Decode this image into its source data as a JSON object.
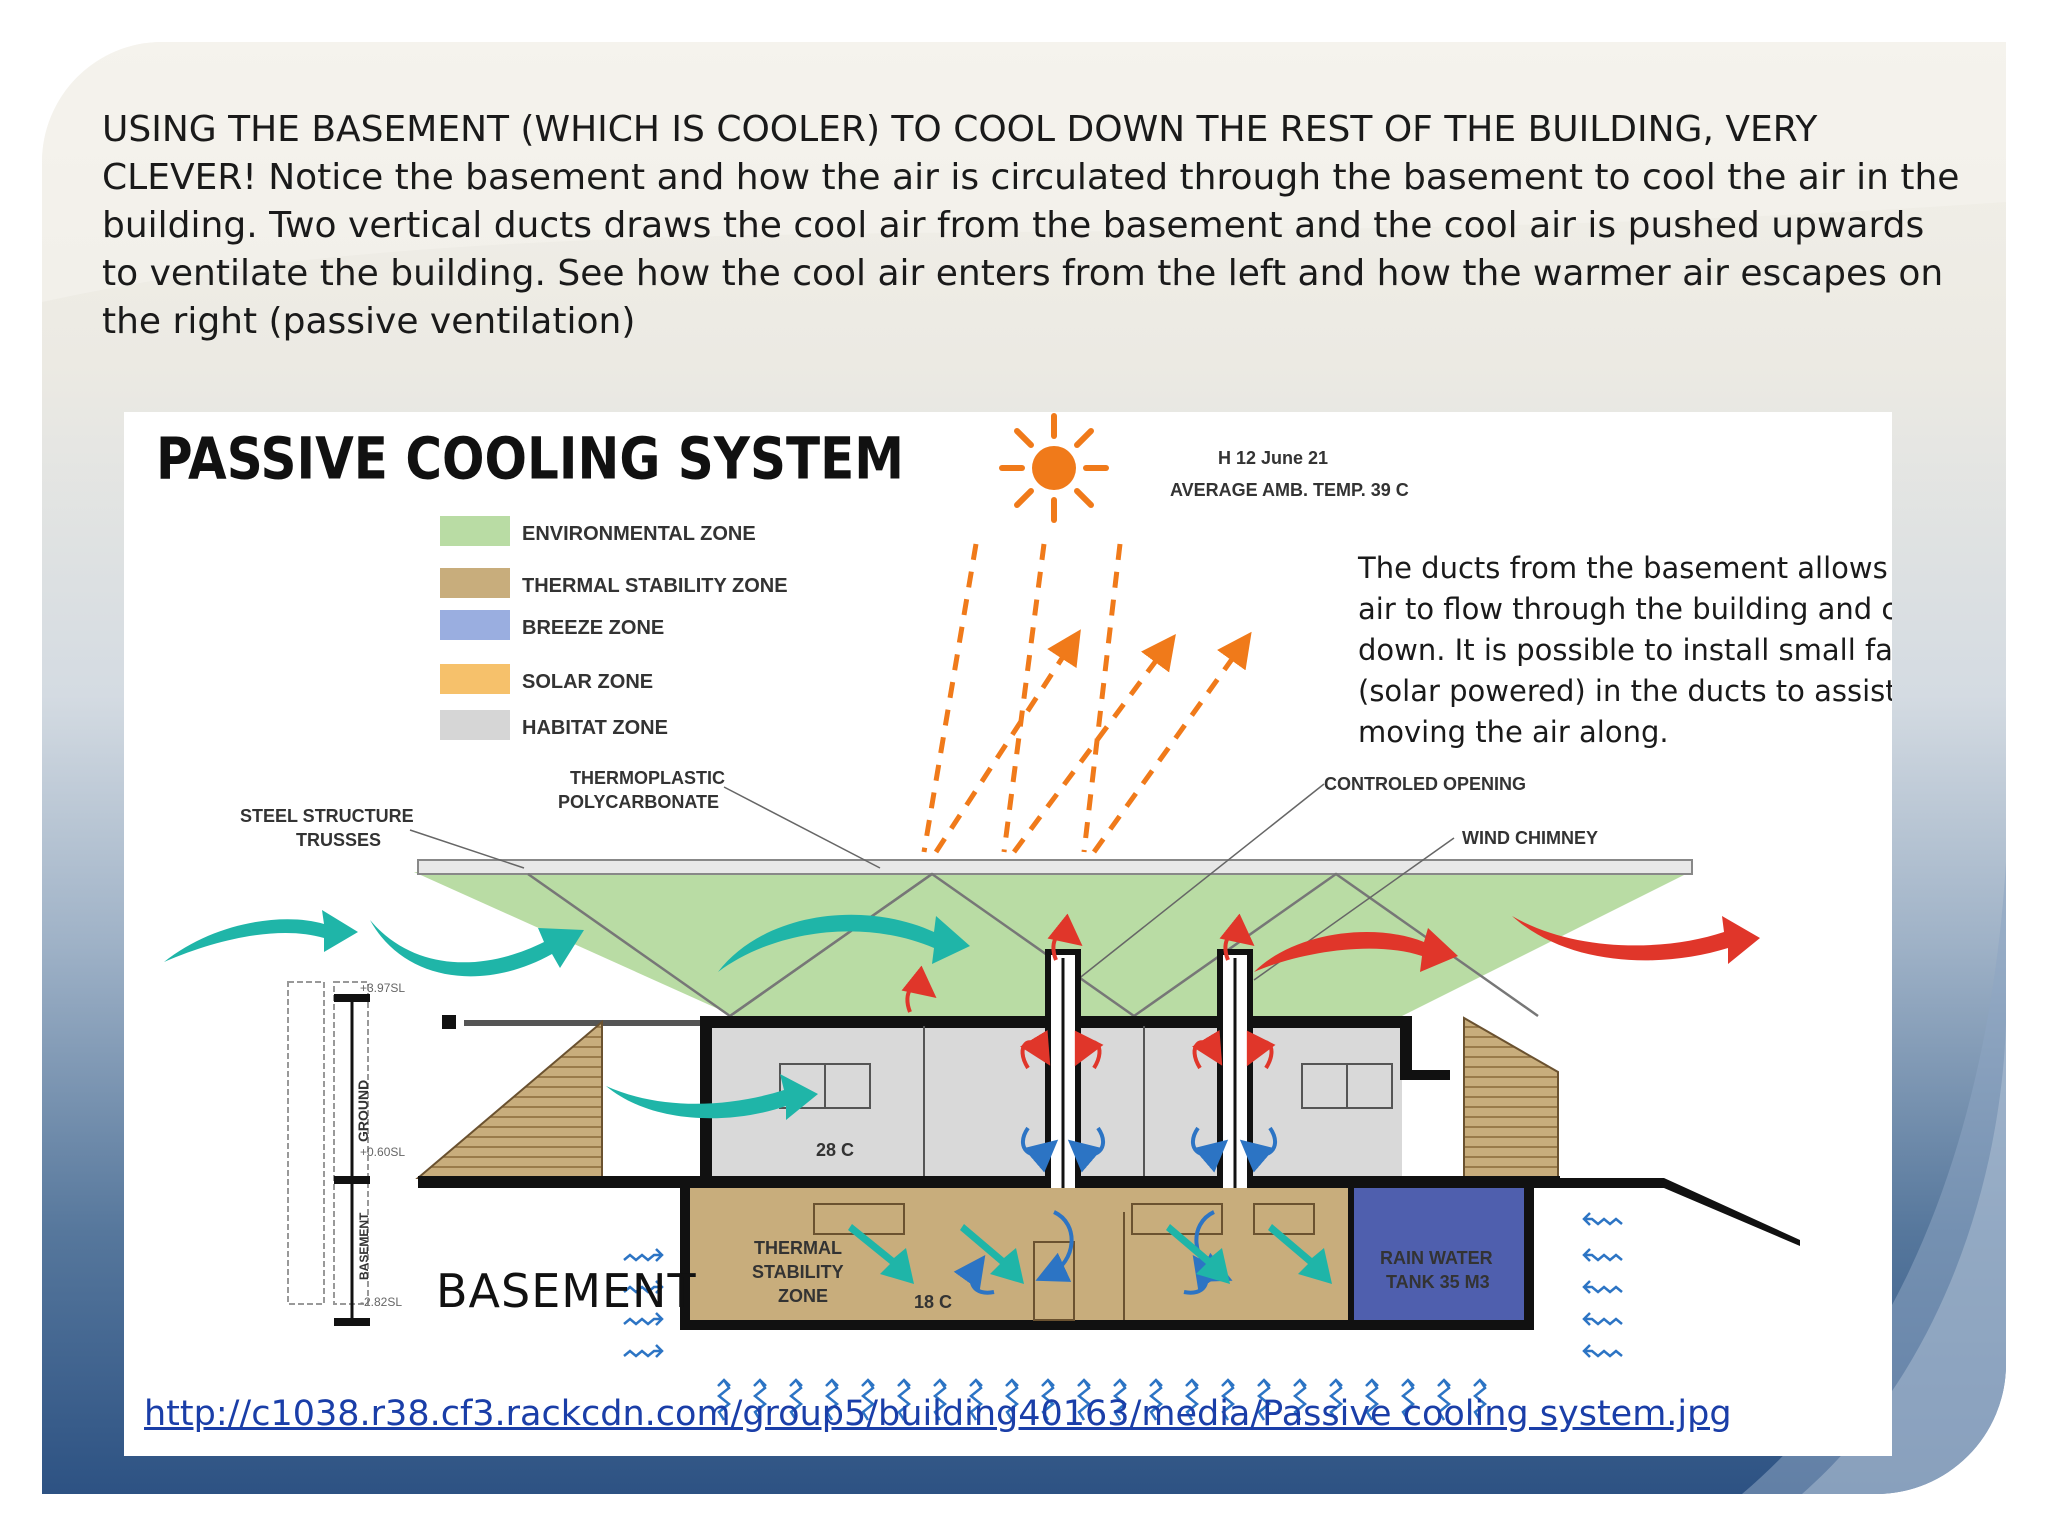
{
  "slide": {
    "intro_lines": [
      "USING THE BASEMENT (WHICH IS COOLER) TO COOL DOWN THE REST OF THE BUILDING, VERY",
      "CLEVER!  Notice the basement and how the air is circulated through the basement to cool the air in the",
      "building.  Two vertical ducts draws the cool air from the basement and the cool air is pushed upwards",
      "to ventilate the building. See how the cool air enters from the left and how the warmer air escapes on",
      "the right (passive ventilation)"
    ],
    "callout_lines": [
      "The ducts from the basement allows the",
      "air to flow through the building and cool it",
      "down. It is possible to install small fans",
      "(solar powered) in the ducts to assist",
      "moving the air along."
    ],
    "basement_label": "BASEMENT",
    "source_link": "http://c1038.r38.cf3.rackcdn.com/group5/building40163/media/Passive cooling system.jpg"
  },
  "diagram": {
    "title": "PASSIVE COOLING SYSTEM",
    "date_text": "H 12 June  21",
    "temp_text": "AVERAGE AMB. TEMP.  39 C",
    "legend": [
      {
        "label": "ENVIRONMENTAL ZONE",
        "color": "#b9dca4"
      },
      {
        "label": "THERMAL STABILITY ZONE",
        "color": "#c8ad7c"
      },
      {
        "label": "BREEZE ZONE",
        "color": "#9aaee0"
      },
      {
        "label": "SOLAR ZONE",
        "color": "#f6c16b"
      },
      {
        "label": "HABITAT ZONE",
        "color": "#d6d6d6"
      }
    ],
    "labels": {
      "thermoplastic_1": "THERMOPLASTIC",
      "thermoplastic_2": "POLYCARBONATE",
      "steel_1": "STEEL STRUCTURE",
      "steel_2": "TRUSSES",
      "controled_opening": "CONTROLED OPENING",
      "wind_chimney": "WIND CHIMNEY",
      "thermal_1": "THERMAL",
      "thermal_2": "STABILITY",
      "thermal_3": "ZONE",
      "temp_upper": "28 C",
      "temp_lower": "18 C",
      "rain_1": "RAIN WATER",
      "rain_2": "TANK 35 M3",
      "ground": "GROUND",
      "basement_axis": "BASEMENT",
      "level_top": "+3.97SL",
      "level_mid": "+0.60SL",
      "level_bot": "-2.82SL"
    },
    "colors": {
      "sun": "#f07a1a",
      "cool_air": "#1fb5a8",
      "warm_air": "#e0362a",
      "roof_zone": "#b9dca4",
      "habitat": "#d9d9d9",
      "earth": "#c8ad7c",
      "tank": "#4f5fae",
      "ground_air": "#2c74c4"
    }
  }
}
